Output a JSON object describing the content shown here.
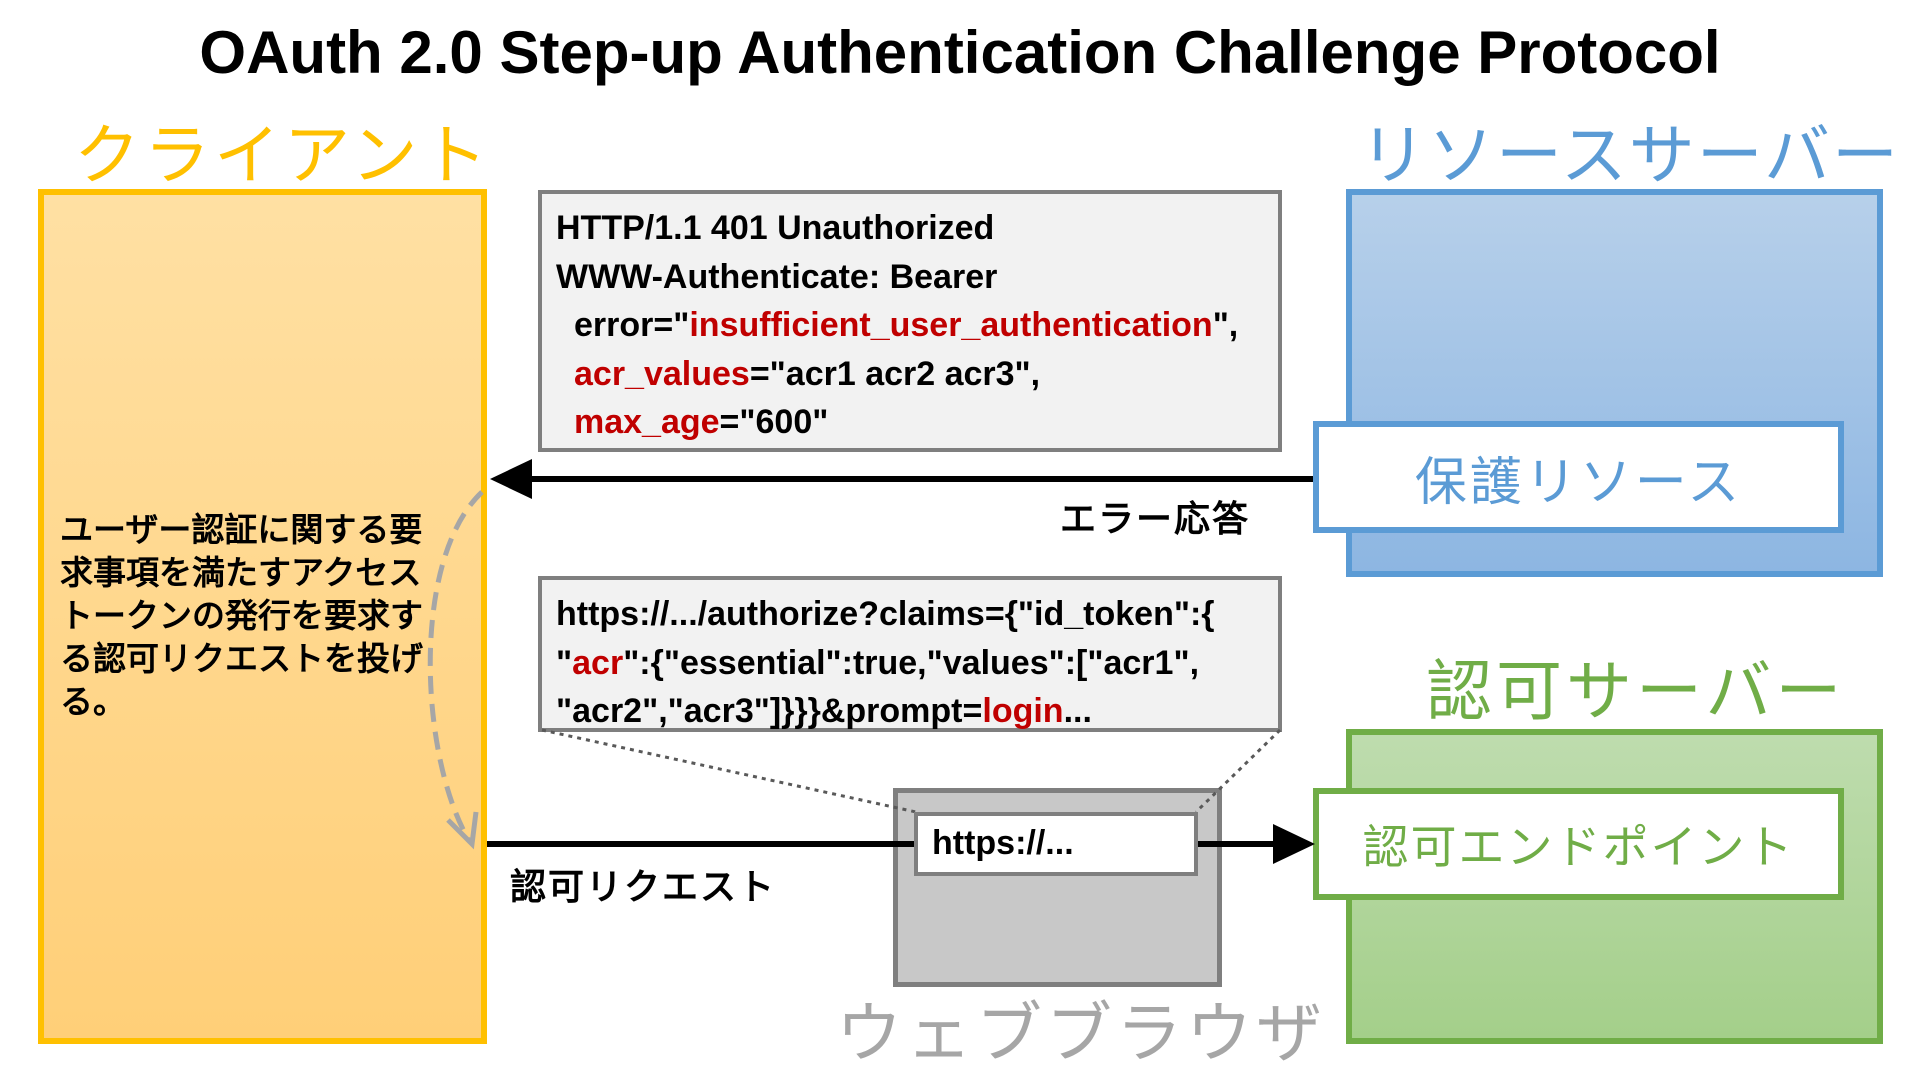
{
  "title": "OAuth 2.0 Step-up Authentication Challenge Protocol",
  "client": {
    "label": "クライアント",
    "description": "ユーザー認証に関する要求事項を満たすアクセストークンの発行を要求する認可リクエストを投げる。"
  },
  "resource_server": {
    "label": "リソースサーバー",
    "protected_resource": "保護リソース"
  },
  "authorization_server": {
    "label": "認可サーバー",
    "authorization_endpoint": "認可エンドポイント"
  },
  "browser": {
    "label": "ウェブブラウザ",
    "address": "https://..."
  },
  "error_response": {
    "arrow_label": "エラー応答",
    "line1": "HTTP/1.1 401 Unauthorized",
    "line2": "WWW-Authenticate: Bearer",
    "error_key": "error=\"",
    "error_value": "insufficient_user_authentication",
    "error_end": "\",",
    "acr_key": "acr_values",
    "acr_value": "=\"acr1 acr2 acr3\",",
    "max_age_key": "max_age",
    "max_age_value": "=\"600\""
  },
  "authorization_request": {
    "arrow_label": "認可リクエスト",
    "line1": "https://.../authorize?claims={\"id_token\":{",
    "line2_q1": "\"",
    "line2_acr": "acr",
    "line2_rest": "\":{\"essential\":true,\"values\":[\"acr1\",",
    "line3_pre": "\"acr2\",\"acr3\"]}}}&prompt=",
    "line3_login": "login",
    "line3_end": "..."
  },
  "colors": {
    "client": "#FFC000",
    "resource_server": "#5B9BD5",
    "authorization_server": "#70AD47",
    "browser": "#A6A6A6",
    "highlight": "#C00000"
  }
}
